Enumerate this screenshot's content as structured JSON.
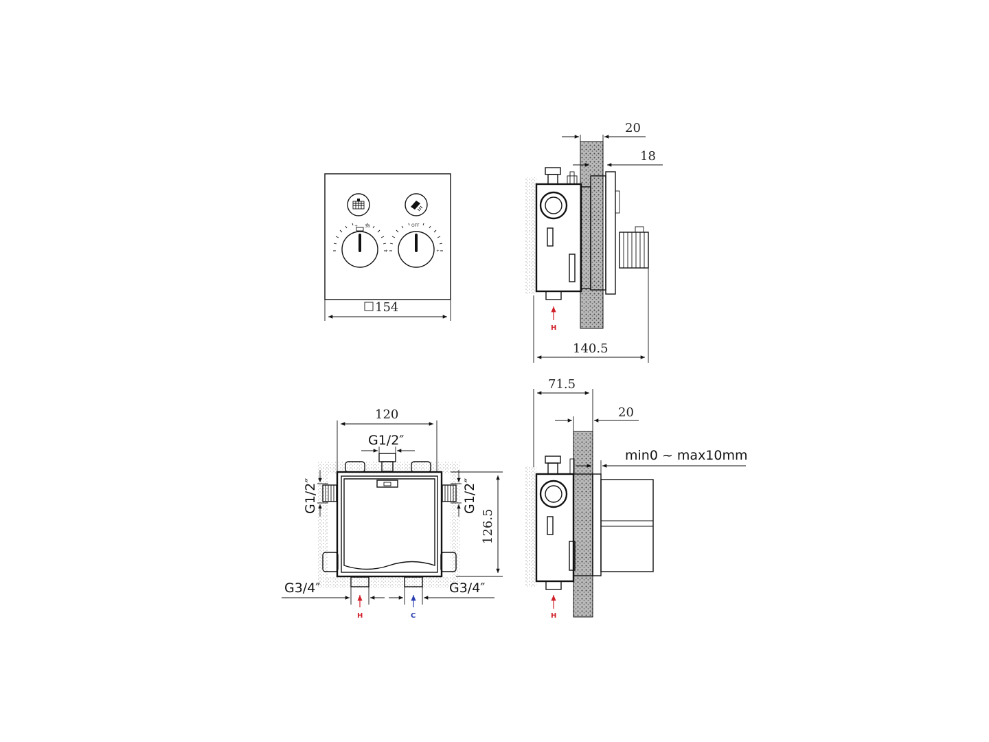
{
  "front_view": {
    "width_label": "154",
    "knob_left_scale": "38",
    "knob_right_scale": "OFF",
    "left_icon": "bath-icon",
    "right_icon": "shower-icon"
  },
  "side_view_top": {
    "depth_label": "140.5",
    "wall_label": "20",
    "offset_label": "18",
    "inlet_label": "H"
  },
  "body_view": {
    "width_label": "120",
    "top_thread": "G1/2″",
    "left_thread": "G1/2″",
    "right_thread": "G1/2″",
    "height_label": "126.5",
    "bottom_left_thread": "G3/4″",
    "bottom_right_thread": "G3/4″",
    "hot_label": "H",
    "cold_label": "C"
  },
  "side_view_bottom": {
    "depth_label": "71.5",
    "wall_label": "20",
    "range_label": "min0 ~ max10mm",
    "inlet_label": "H"
  },
  "colors": {
    "hot": "#d0202a",
    "cold": "#2a3fb0",
    "line": "#111111"
  }
}
